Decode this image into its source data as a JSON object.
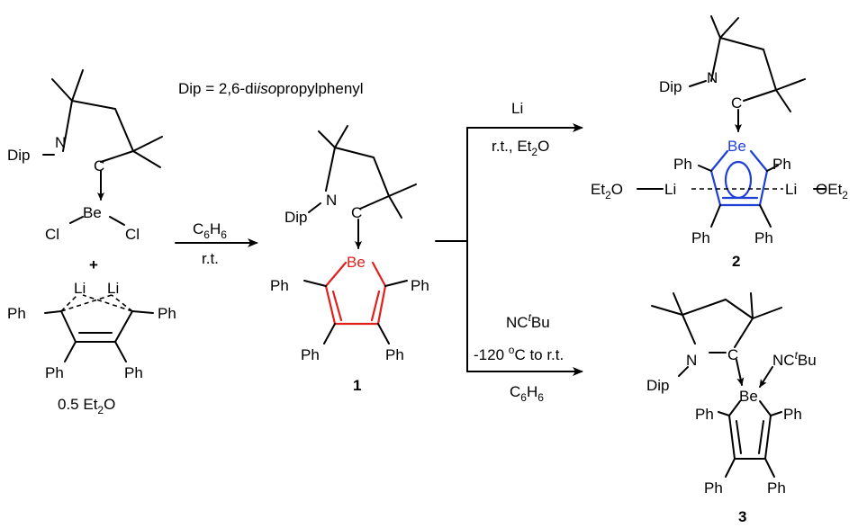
{
  "legend": {
    "dip_definition": "Dip = 2,6-di",
    "dip_italic": "iso",
    "dip_tail": "propylphenyl"
  },
  "labels": {
    "dip": "Dip",
    "n": "N",
    "c": "C",
    "be": "Be",
    "cl": "Cl",
    "li": "Li",
    "ph": "Ph",
    "plus": "+",
    "et2o_prefix": "0.5 Et",
    "et2o_sub": "2",
    "et2o_suffix": "O",
    "eto_left": "Et",
    "eto_left_sub": "2",
    "eto_left_o": "O",
    "eto_right_o": "O",
    "eto_right": "Et",
    "eto_right_sub": "2",
    "nc": "NC",
    "t": "t",
    "bu": "Bu"
  },
  "conditions": {
    "step1_reagent_c": "C",
    "step1_reagent_sub": "6",
    "step1_reagent_h": "H",
    "step1_reagent_sub2": "6",
    "step1_temp": "r.t.",
    "upper_reagent": "Li",
    "upper_cond_a": "r.t., Et",
    "upper_cond_sub": "2",
    "upper_cond_b": "O",
    "lower_reagent_a": "NC",
    "lower_reagent_t": "t",
    "lower_reagent_b": "Bu",
    "lower_temp_a": "-120 ",
    "lower_temp_o": "o",
    "lower_temp_b": "C to r.t.",
    "lower_solvent_c": "C",
    "lower_solvent_sub": "6",
    "lower_solvent_h": "H",
    "lower_solvent_sub2": "6"
  },
  "compounds": {
    "c1": "1",
    "c2": "2",
    "c3": "3"
  },
  "colors": {
    "bond": "#000000",
    "product1_ring": "#e0201c",
    "product2_ring": "#1f3fd6"
  }
}
